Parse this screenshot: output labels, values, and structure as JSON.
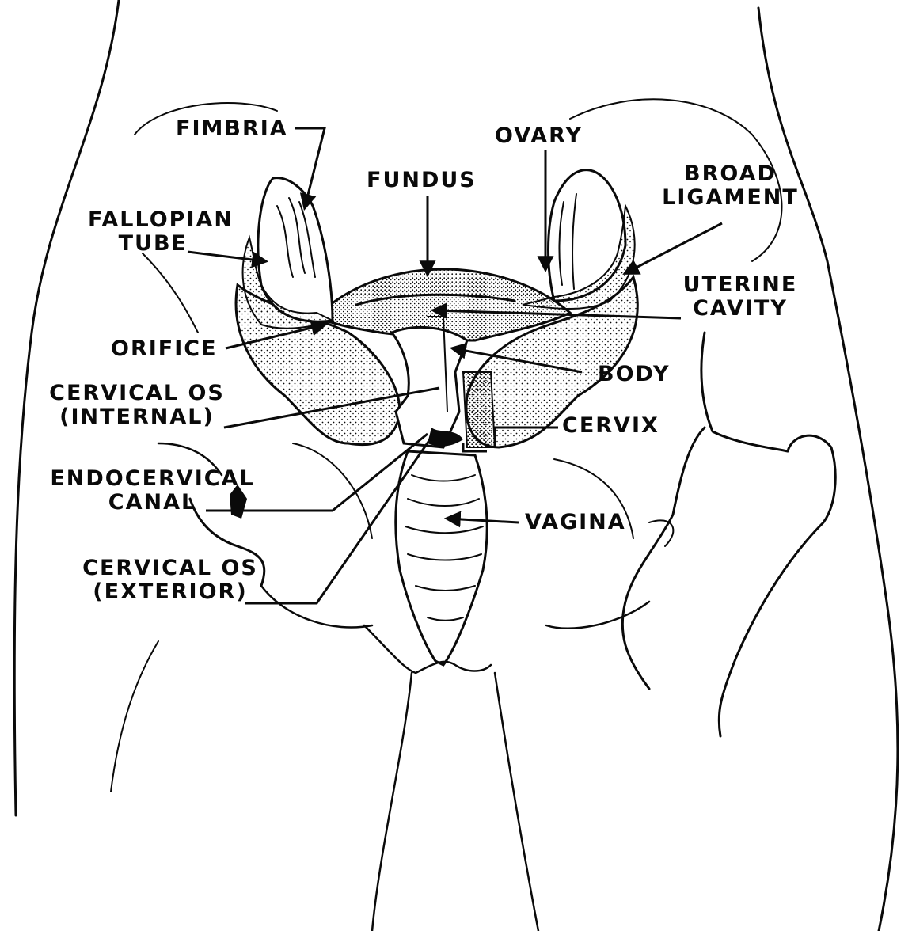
{
  "diagram": {
    "labels": {
      "fimbria": [
        "FIMBRIA"
      ],
      "ovary": [
        "OVARY"
      ],
      "fundus": [
        "FUNDUS"
      ],
      "broad_ligament": [
        "BROAD",
        "LIGAMENT"
      ],
      "fallopian_tube": [
        "FALLOPIAN",
        "TUBE"
      ],
      "uterine_cavity": [
        "UTERINE",
        "CAVITY"
      ],
      "orifice": [
        "ORIFICE"
      ],
      "body": [
        "BODY"
      ],
      "cervical_os_internal": [
        "CERVICAL OS",
        "(INTERNAL)"
      ],
      "cervix": [
        "CERVIX"
      ],
      "endocervical_canal": [
        "ENDOCERVICAL",
        "CANAL"
      ],
      "vagina": [
        "VAGINA"
      ],
      "cervical_os_exterior": [
        "CERVICAL OS",
        "(EXTERIOR)"
      ]
    },
    "colors": {
      "ink": "#0a0a0a",
      "background": "#ffffff"
    }
  }
}
